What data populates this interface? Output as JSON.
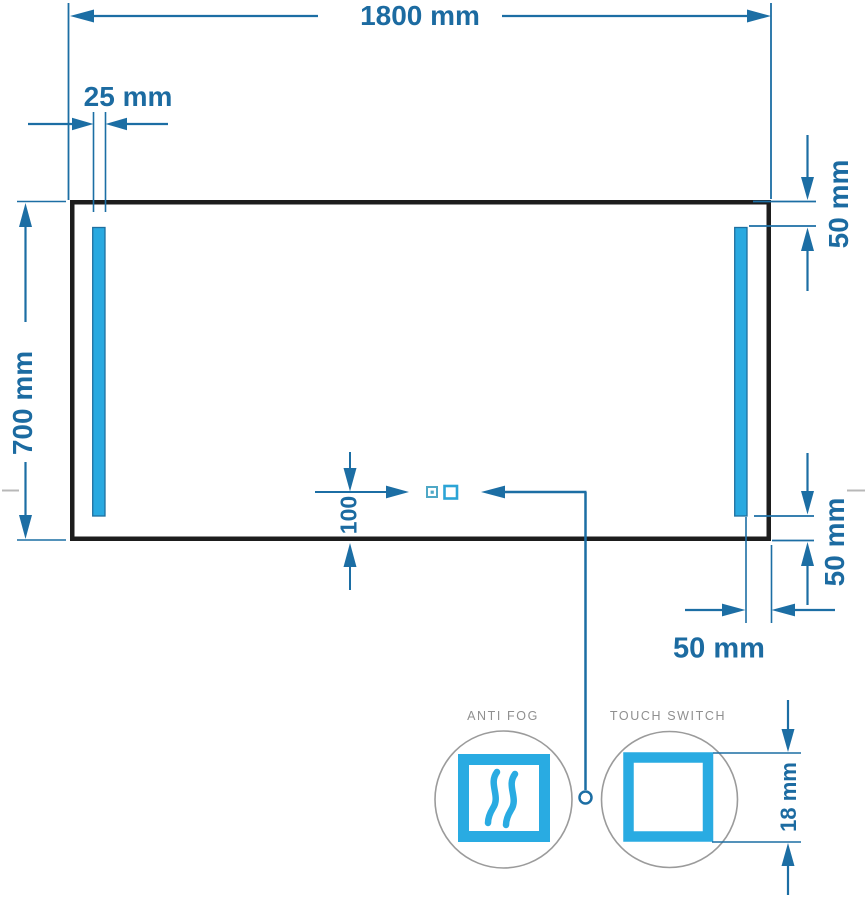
{
  "drawing": {
    "dimensions": {
      "mirror_width": "1800 mm",
      "led_strip_width": "25 mm",
      "mirror_height": "700 mm",
      "led_top_inset": "50 mm",
      "led_bottom_inset": "50 mm",
      "led_side_inset": "50 mm",
      "sensor_offset_from_bottom": "100",
      "touch_switch_size": "18 mm"
    },
    "callouts": {
      "anti_fog": "ANTI FOG",
      "touch_switch": "TOUCH SWITCH"
    },
    "icons": {
      "anti_fog_icon": "steam-waves-in-square",
      "touch_switch_icon": "square-outline",
      "sensor_indicators": "two-small-squares",
      "leader_endpoint": "small-open-circle"
    },
    "colors": {
      "dimension_blue": "#1c6ba1",
      "led_cyan": "#29a9e0",
      "icon_cyan": "#29abe2",
      "outline_black": "#1d1d1d",
      "label_gray": "#8f8f8f",
      "circle_gray": "#9b9b9b",
      "center_mark_gray": "#b8b8b8"
    }
  }
}
